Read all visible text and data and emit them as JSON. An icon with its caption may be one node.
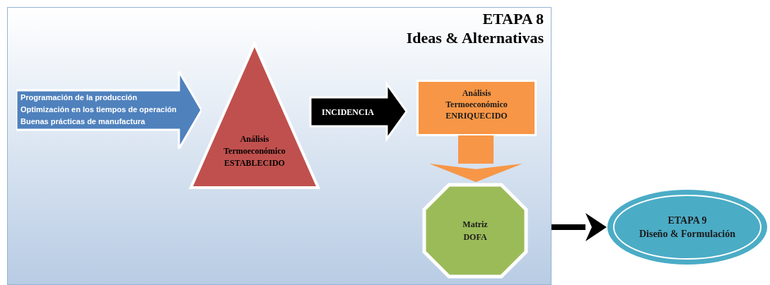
{
  "diagram": {
    "nodes": [
      {
        "text": [
          "ETAPA 8",
          "Ideas & Alternativas"
        ]
      },
      {
        "text": [
          "Programación de la producción",
          "Optimización en los tiempos de operación",
          "Buenas prácticas de manufactura"
        ],
        "in": 0
      },
      {
        "text": [
          "Análisis Termoeconómico ESTABLECIDO"
        ],
        "in": 0
      },
      {
        "text": [
          "INCIDENCIA"
        ],
        "in": 0
      },
      {
        "text": [
          "Análisis Termoeconómico ENRIQUECIDO"
        ],
        "in": 0
      },
      {
        "text": [
          "Matriz DOFA"
        ],
        "in": 0
      },
      {
        "text": [
          "ETAPA 9",
          "Diseño & Formulación"
        ]
      }
    ],
    "edges": [
      {
        "from": 4,
        "to": 5,
        "arrow": "to",
        "style": "thick",
        "color": "#f79646"
      },
      {
        "from": 0,
        "to": 6,
        "arrow": "to",
        "color": "#000000"
      }
    ]
  }
}
